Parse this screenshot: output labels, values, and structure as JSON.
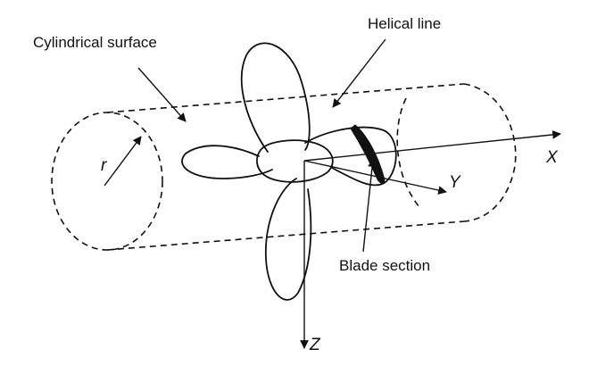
{
  "labels": {
    "cylindrical_surface": "Cylindrical surface",
    "helical_line": "Helical line",
    "blade_section": "Blade section",
    "radius": "r"
  },
  "axes": {
    "x": "X",
    "y": "Y",
    "z": "Z"
  }
}
